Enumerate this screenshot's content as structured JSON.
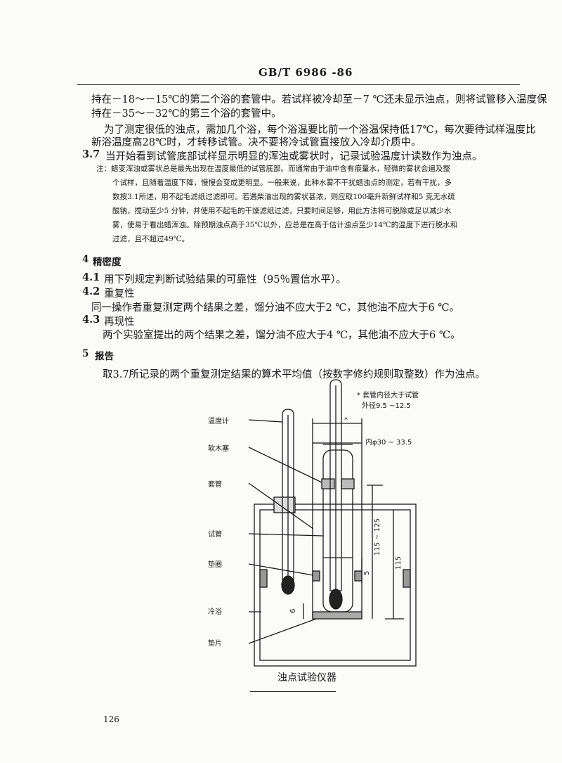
{
  "header": {
    "code": "GB/T 6986 -86"
  },
  "body": {
    "p1_l1": "持在－18～－15℃的第二个浴的套管中。若试样被冷却至－7 ℃还未显示浊点，则将试管移入温度保",
    "p1_l2": "持在－35～－32℃的第三个浴的套管中。",
    "p2_l1": "为了测定很低的浊点，需加几个浴，每个浴温要比前一个浴温保持低17℃，每次要待试样温度比",
    "p2_l2": "新浴温度高28℃时，才转移试管。决不要将冷试管直接放入冷却介质中。",
    "s37_num": "3.7",
    "s37_text": "当开始看到试管底部试样显示明显的浑浊或雾状时，记录试验温度计读数作为浊点。",
    "note_l1": "注：蜡变浑浊或雾状总是最先出现在温度最低的试管底部。而通常由于油中含有痕量水，轻微的雾状会遍及整",
    "note_l2": "个试样，且随着温度下降，慢慢会变成更明显。一般来说，此种水雾不干扰蜡浊点的测定，若有干扰，多",
    "note_l3": "数按3.1所述，用不起毛滤纸过滤即可。若遇柴油出现的雾状甚浓，则应取100毫升新鲜试样和5 克无水硫",
    "note_l4": "酸钠，搅动至少5 分钟，并使用不起毛的干燥滤纸过滤，只要时间足够，用此方法将可脱除或足以减少水",
    "note_l5": "雾，使易于看出蜡浑浊。除预期浊点高于35℃以外，应总是在高于估计浊点至少14℃的温度下进行脱水和",
    "note_l6": "过滤，且不超过49℃。",
    "s4_num": "4",
    "s4_title": "精密度",
    "s41_num": "4.1",
    "s41_text": "用下列规定判断试验结果的可靠性（95％置信水平）。",
    "s42_num": "4.2",
    "s42_title": "重复性",
    "s42_text": "同一操作者重复测定两个结果之差，馏分油不应大于2 ℃，其他油不应大于6 ℃。",
    "s43_num": "4.3",
    "s43_title": "再现性",
    "s43_text": "两个实验室提出的两个结果之差，馏分油不应大于4 ℃，其他油不应大于6 ℃。",
    "s5_num": "5",
    "s5_title": "报告",
    "s5_text": "取3.7所记录的两个重复测定结果的算术平均值（按数字修约规则取整数）作为浊点。"
  },
  "figure": {
    "labels": {
      "thermometer": "温度计",
      "cork": "软木塞",
      "jacket": "套管",
      "tube": "试管",
      "gasket": "垫圈",
      "bath": "冷浴",
      "disc": "垫片"
    },
    "note_l1": "* 套管内径大于试管",
    "note_l2": "外径9.5 ~12.5",
    "star": "*",
    "dim_inner": "内φ30 ~ 33.5",
    "dim_115_125": "115 ~ 125",
    "dim_115": "115",
    "dim_5": "5",
    "dim_6": "6",
    "caption": "浊点试验仪器"
  },
  "footer": {
    "page": "126"
  }
}
